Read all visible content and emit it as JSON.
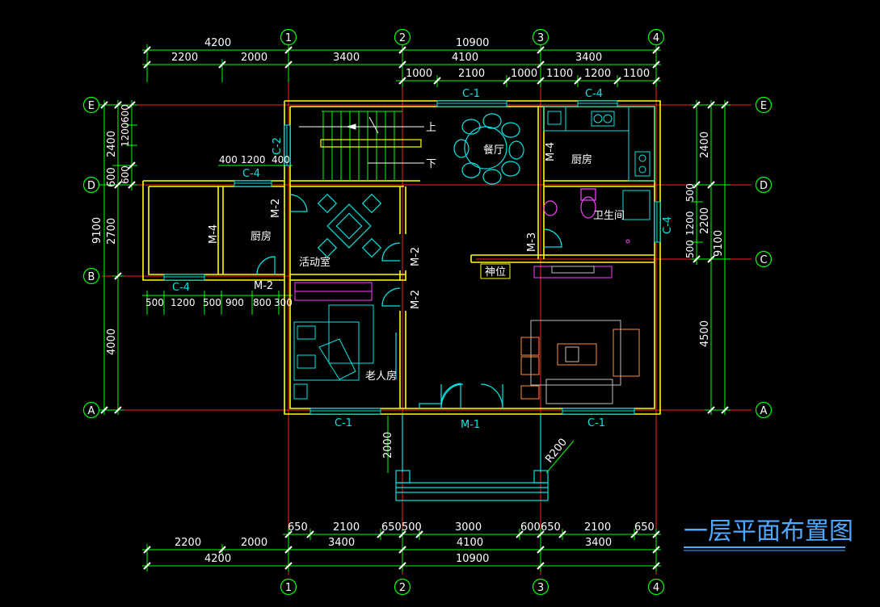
{
  "drawing": {
    "title": "一层平面布置图",
    "grid_columns": [
      "1",
      "2",
      "3",
      "4"
    ],
    "grid_rows": [
      "E",
      "D",
      "C",
      "B",
      "A"
    ],
    "top_dims": {
      "overall": [
        "4200",
        "10900"
      ],
      "row2": [
        "2200",
        "2000",
        "3400",
        "4100",
        "3400"
      ],
      "row3": [
        "1000",
        "2100",
        "1000",
        "1100",
        "1200",
        "1100"
      ]
    },
    "bottom_dims": {
      "row1": [
        "650",
        "2100",
        "650",
        "500",
        "3000",
        "600",
        "650",
        "2100",
        "650"
      ],
      "row2": [
        "2200",
        "2000",
        "3400",
        "4100",
        "3400"
      ],
      "overall": [
        "4200",
        "10900"
      ]
    },
    "left_dims": {
      "outer": "9100",
      "segments": [
        "2400",
        "600",
        "2700",
        "4000"
      ],
      "inner": [
        "600",
        "1200",
        "600"
      ]
    },
    "right_dims": {
      "outer": "9100",
      "segments": [
        "2400",
        "2200",
        "4500"
      ],
      "inner": [
        "500",
        "1200",
        "500"
      ]
    },
    "annex_dims": {
      "top": [
        "400",
        "1200",
        "400"
      ],
      "bottom": [
        "500",
        "1200",
        "500",
        "900",
        "800",
        "300"
      ]
    },
    "porch_dims": {
      "depth": "2000",
      "radius": "R200"
    },
    "rooms": {
      "dining": "餐厅",
      "kitchen_main": "厨房",
      "bathroom": "卫生间",
      "kitchen_annex": "厨房",
      "activity": "活动室",
      "elder": "老人房",
      "shrine": "神位"
    },
    "stair": {
      "up": "上",
      "down": "下"
    },
    "openings": {
      "c1_top": "C-1",
      "c4_top": "C-4",
      "c2": "C-2",
      "c4_annex_top": "C-4",
      "c4_annex_bottom": "C-4",
      "c4_bath": "C-4",
      "c1_bottom_left": "C-1",
      "c1_bottom_right": "C-1",
      "m1": "M-1",
      "m2_annex": "M-2",
      "m2_activity": "M-2",
      "m2_hall": "M-2",
      "m2_elder": "M-2",
      "m3": "M-3",
      "m4_annex": "M-4",
      "m4_kitchen": "M-4"
    },
    "colors": {
      "background": "#000000",
      "walls": "#ffff00",
      "dim_lines": "#00ff00",
      "axis_lines": "#ff2020",
      "furniture": "#00e5e5",
      "text": "#ffffff",
      "title": "#4fa8ff"
    }
  }
}
